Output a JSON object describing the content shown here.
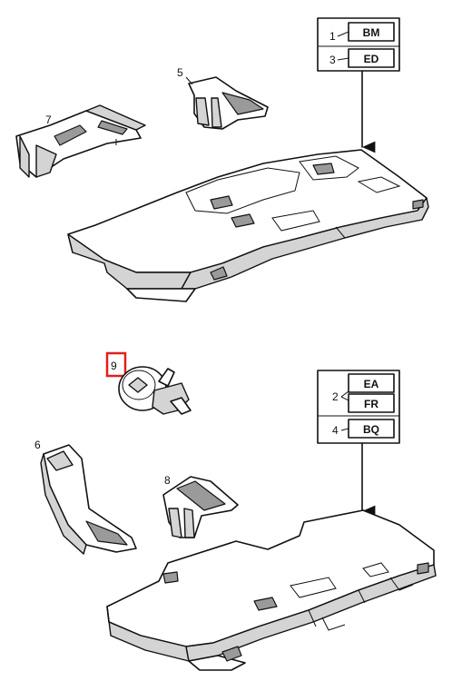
{
  "callouts": {
    "p1": "1",
    "p2": "2",
    "p3": "3",
    "p4": "4",
    "p5": "5",
    "p6": "6",
    "p7": "7",
    "p8": "8",
    "p9": "9"
  },
  "codes": {
    "top_upper": "BM",
    "top_lower": "ED",
    "bottom_upper": "EA",
    "bottom_middle": "FR",
    "bottom_lower": "BQ"
  },
  "colors": {
    "line": "#111111",
    "shade": "#d4d4d4",
    "highlight": "#e0201b"
  }
}
